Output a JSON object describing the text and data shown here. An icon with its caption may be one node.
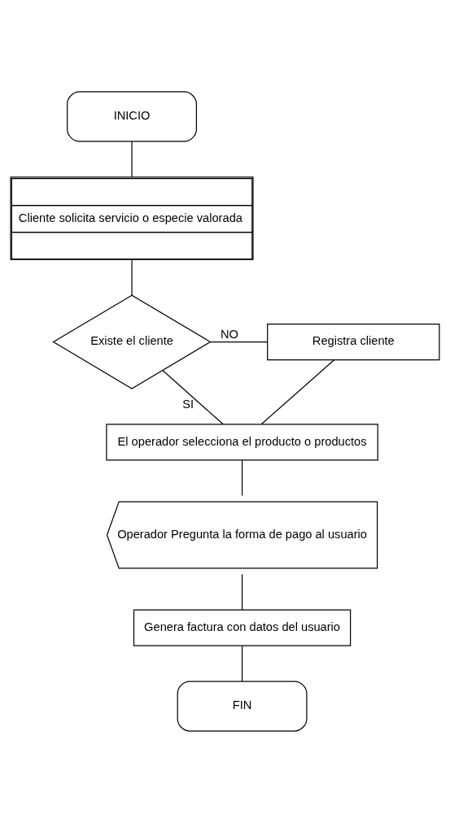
{
  "diagram": {
    "nodes": [
      {
        "text": [
          "INICIO"
        ]
      },
      {
        "text": [
          "Cliente solicita servicio o especie valorada"
        ]
      },
      {
        "text": [
          "Existe el cliente"
        ]
      },
      {
        "text": [
          "Registra cliente"
        ]
      },
      {
        "text": [
          "El operador selecciona el producto o productos"
        ]
      },
      {
        "text": [
          "Operador Pregunta la forma de pago al usuario"
        ]
      },
      {
        "text": [
          "Genera factura con datos del usuario"
        ]
      },
      {
        "text": [
          "FIN"
        ]
      }
    ],
    "edges": [
      {
        "from": 0,
        "to": 1,
        "arrow": "none"
      },
      {
        "from": 1,
        "to": 2,
        "arrow": "none"
      },
      {
        "from": 2,
        "to": 3,
        "arrow": "none",
        "label": "NO"
      },
      {
        "from": 2,
        "to": 4,
        "arrow": "none",
        "label": "SI"
      },
      {
        "from": 3,
        "to": 4,
        "arrow": "none"
      },
      {
        "from": 4,
        "to": 5,
        "arrow": "none"
      },
      {
        "from": 5,
        "to": 6,
        "arrow": "none"
      },
      {
        "from": 6,
        "to": 7,
        "arrow": "none"
      }
    ]
  }
}
